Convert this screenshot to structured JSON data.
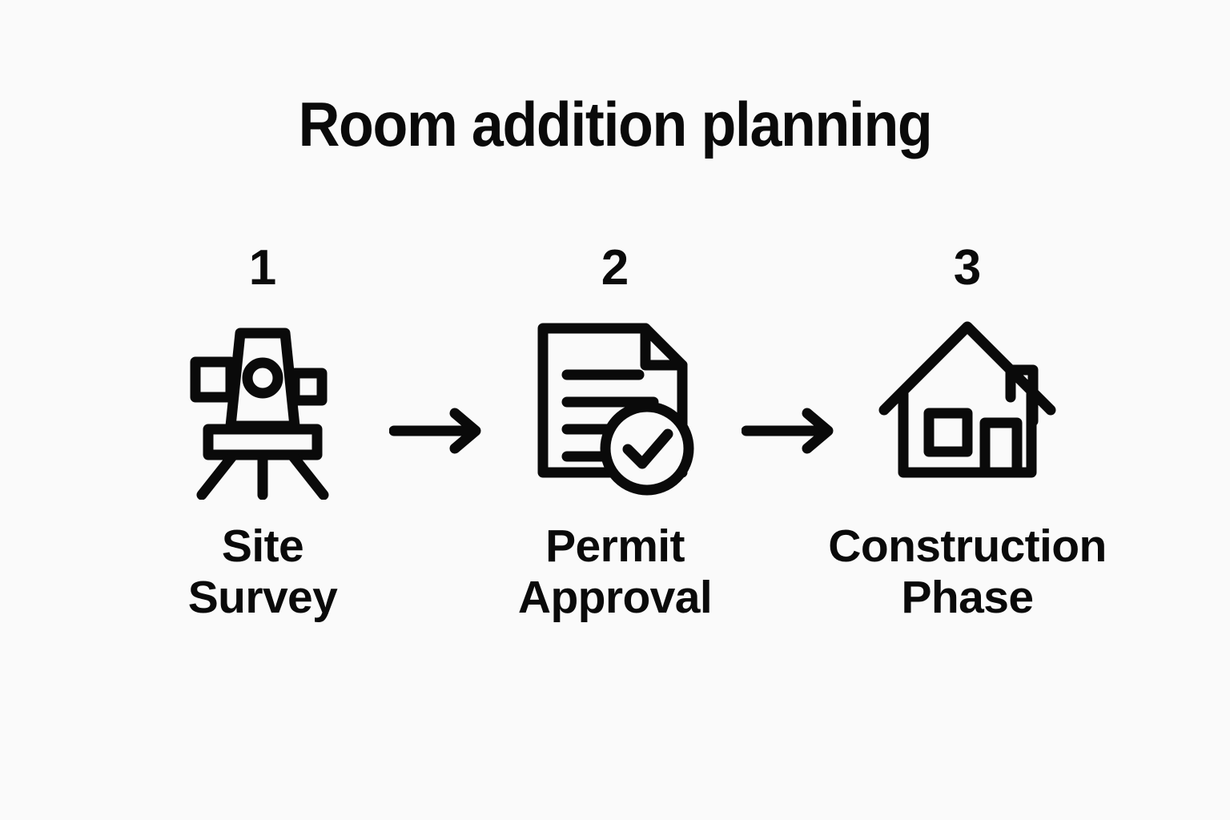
{
  "background_color": "#fafafa",
  "ink_color": "#0a0a0a",
  "title": "Room addition planning",
  "steps": [
    {
      "number": "1",
      "label": "Site\nSurvey",
      "icon": "theodolite-tripod-icon"
    },
    {
      "number": "2",
      "label": "Permit\nApproval",
      "icon": "document-check-icon"
    },
    {
      "number": "3",
      "label": "Construction\nPhase",
      "icon": "house-icon"
    }
  ],
  "connectors": [
    {
      "name": "arrow-right-icon",
      "from": "1",
      "to": "2"
    },
    {
      "name": "arrow-right-icon",
      "from": "2",
      "to": "3"
    }
  ]
}
